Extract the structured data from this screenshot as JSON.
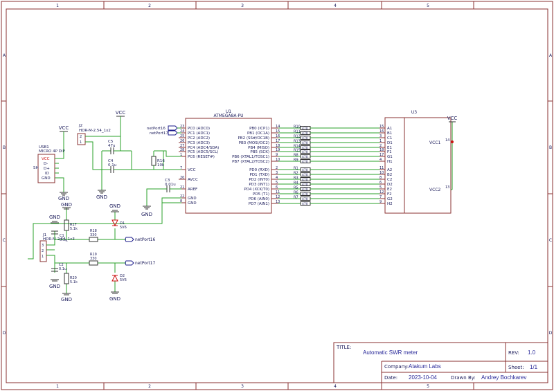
{
  "frame": {
    "columns": [
      "1",
      "2",
      "3",
      "4",
      "5"
    ],
    "rows": [
      "A",
      "B",
      "C",
      "D"
    ]
  },
  "title_block": {
    "title_label": "TITLE:",
    "title": "Automatic SWR meter",
    "rev_label": "REV:",
    "rev": "1.0",
    "company_label": "Company:",
    "company": "Atakum Labs",
    "sheet_label": "Sheet:",
    "sheet": "1/1",
    "date_label": "Date:",
    "date": "2023-10-04",
    "drawn_label": "Drawn By:",
    "drawn_by": "Andrey Bochkarev"
  },
  "u1": {
    "ref": "U1",
    "part": "ATMEGA8A-PU",
    "left_pins": [
      {
        "num": "23",
        "name": "PC0 (ADC0)"
      },
      {
        "num": "24",
        "name": "PC1 (ADC1)"
      },
      {
        "num": "25",
        "name": "PC2 (ADC2)"
      },
      {
        "num": "26",
        "name": "PC3 (ADC3)"
      },
      {
        "num": "27",
        "name": "PC4 (ADC4/SDA)"
      },
      {
        "num": "28",
        "name": "PC5 (ADC5/SCL)"
      },
      {
        "num": "1",
        "name": "PC6 (RESET#)"
      },
      {
        "num": "7",
        "name": "VCC"
      },
      {
        "num": "20",
        "name": "AVCC"
      },
      {
        "num": "21",
        "name": "AREF"
      },
      {
        "num": "22",
        "name": "GND"
      },
      {
        "num": "8",
        "name": "GND"
      }
    ],
    "right_pins_b": [
      {
        "num": "14",
        "name": "PB0 (ICP1)"
      },
      {
        "num": "15",
        "name": "PB1 (OC1A)"
      },
      {
        "num": "16",
        "name": "PB2 (SS#/OC1B)"
      },
      {
        "num": "17",
        "name": "PB3 (MOSI/OC2)"
      },
      {
        "num": "18",
        "name": "PB4 (MISO)"
      },
      {
        "num": "19",
        "name": "PB5 (SCK)"
      },
      {
        "num": "9",
        "name": "PB6 (XTAL1/TOSC1)"
      },
      {
        "num": "10",
        "name": "PB7 (XTAL2/TOSC2)"
      }
    ],
    "right_pins_d": [
      {
        "num": "2",
        "name": "PD0 (RXD)"
      },
      {
        "num": "3",
        "name": "PD1 (TXD)"
      },
      {
        "num": "4",
        "name": "PD2 (INT0)"
      },
      {
        "num": "5",
        "name": "PD3 (INT1)"
      },
      {
        "num": "6",
        "name": "PD4 (XCK/T0)"
      },
      {
        "num": "11",
        "name": "PD5 (T1)"
      },
      {
        "num": "12",
        "name": "PD6 (AIN0)"
      },
      {
        "num": "13",
        "name": "PD7 (AIN1)"
      }
    ]
  },
  "resistors_b": [
    "R10",
    "R11",
    "R12",
    "R13",
    "R14",
    "R15",
    "R8",
    "R9"
  ],
  "resistors_d": [
    "R1",
    "R2",
    "R3",
    "R4",
    "R5",
    "R6",
    "R7",
    ""
  ],
  "resistor_value": "470",
  "u3": {
    "ref": "U3",
    "pins_b": [
      {
        "num": "15",
        "name": "A1"
      },
      {
        "num": "16",
        "name": "B1"
      },
      {
        "num": "3",
        "name": "C1"
      },
      {
        "num": "1",
        "name": "D1"
      },
      {
        "num": "2",
        "name": "E1"
      },
      {
        "num": "18",
        "name": "F1"
      },
      {
        "num": "17",
        "name": "G1"
      },
      {
        "num": "4",
        "name": "H1"
      }
    ],
    "pins_d": [
      {
        "num": "11",
        "name": "A2"
      },
      {
        "num": "10",
        "name": "B2"
      },
      {
        "num": "8",
        "name": "C2"
      },
      {
        "num": "6",
        "name": "D2"
      },
      {
        "num": "5",
        "name": "E2"
      },
      {
        "num": "12",
        "name": "F2"
      },
      {
        "num": "7",
        "name": "G2"
      },
      {
        "num": "9",
        "name": "H2"
      }
    ],
    "vcc1": "VCC1",
    "vcc1_num": "14",
    "vcc2": "VCC2",
    "vcc2_num": "13"
  },
  "usb1": {
    "ref": "USB1",
    "part": "MICRO 4P DIP",
    "pins": [
      "VCC",
      "D-",
      "D+",
      "ID",
      "GND"
    ],
    "side_label": "SH"
  },
  "j2": {
    "ref": "J2",
    "part": "HDR-M-2.54_1x2",
    "pins": [
      "2",
      "1"
    ]
  },
  "j1": {
    "ref": "J1",
    "part": "HDR-M-2.54_1x3",
    "pins": [
      "3",
      "2",
      "1"
    ]
  },
  "c5": {
    "ref": "C5",
    "value": "47u"
  },
  "c4": {
    "ref": "C4",
    "value": "0.1u"
  },
  "c3": {
    "ref": "C3",
    "value": "0.01u"
  },
  "c1": {
    "ref": "C1",
    "value": "0.1u"
  },
  "c2": {
    "ref": "C2",
    "value": "0.1u"
  },
  "r16": {
    "ref": "R16",
    "value": "10k"
  },
  "r17": {
    "ref": "R17",
    "value": "5.1k"
  },
  "r18": {
    "ref": "R18",
    "value": "330"
  },
  "r19": {
    "ref": "R19",
    "value": "330"
  },
  "r20": {
    "ref": "R20",
    "value": "5.1k"
  },
  "d1": {
    "ref": "D1",
    "value": "5V6"
  },
  "d2": {
    "ref": "D2",
    "value": "5V6"
  },
  "net_ports": {
    "p16": "netPort16",
    "p17": "netPort17"
  },
  "power": {
    "vcc": "VCC",
    "gnd": "GND"
  }
}
